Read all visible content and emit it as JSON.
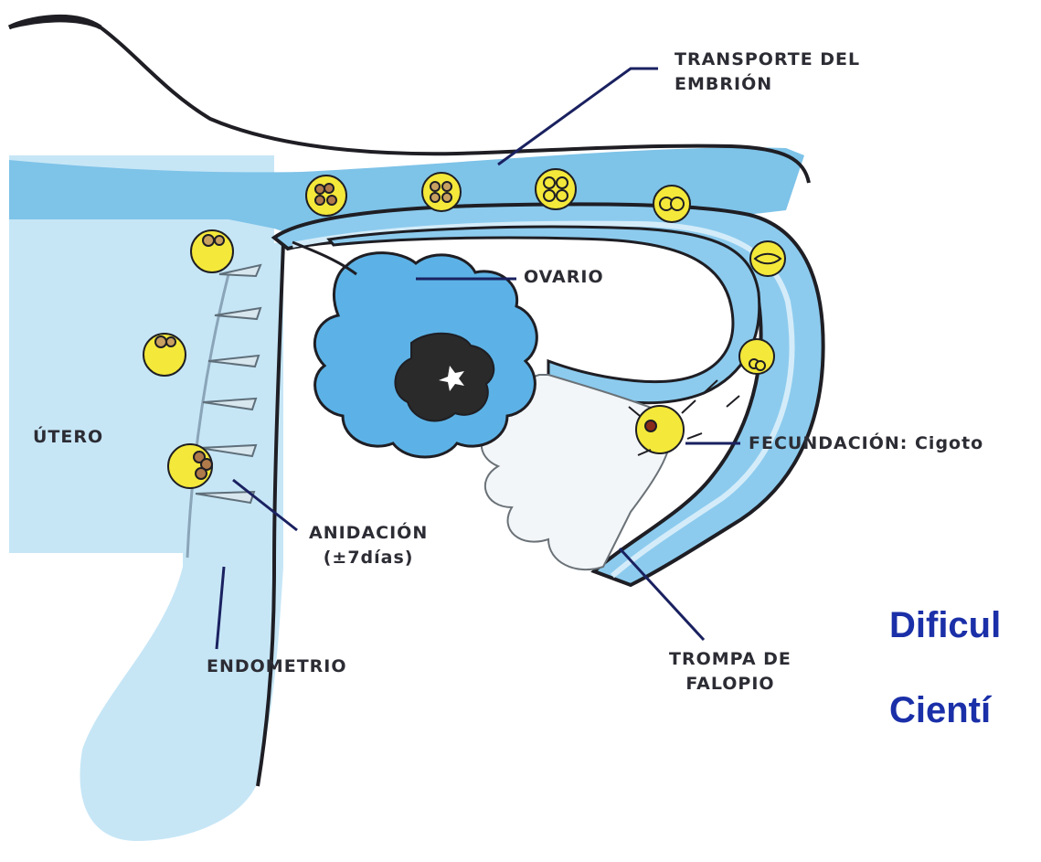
{
  "labels": {
    "transporte_line1": "TRANSPORTE DEL",
    "transporte_line2": "EMBRIÓN",
    "ovario": "OVARIO",
    "utero": "ÚTERO",
    "fecundacion": "FECUNDACIÓN: Cigoto",
    "anidacion_line1": "ANIDACIÓN",
    "anidacion_line2": "(±7días)",
    "endometrio": "ENDOMETRIO",
    "trompa_line1": "TROMPA DE",
    "trompa_line2": "FALOPIO"
  },
  "overlay_text": {
    "line1": "Dificul",
    "line2": "Cientí"
  },
  "colors": {
    "uterus_dark": "#7ec3e8",
    "uterus_light": "#c6e6f6",
    "tube": "#8ccbee",
    "ovary": "#5cb2e6",
    "outline": "#1e1e24",
    "cell_yellow": "#f4e83a",
    "leader_line": "#1a2160",
    "overlay_text": "#1a2fa8"
  }
}
